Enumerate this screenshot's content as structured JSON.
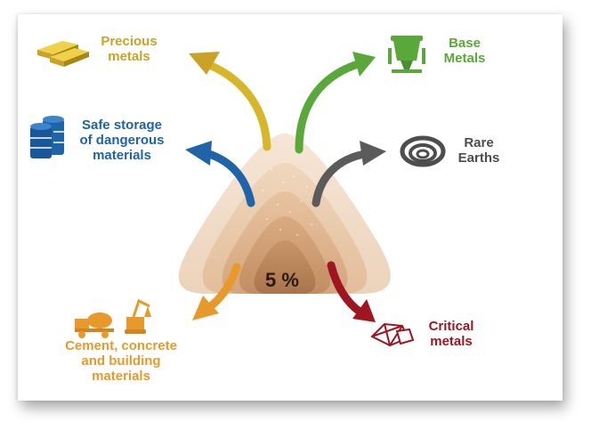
{
  "labels": {
    "precious_1": "Precious",
    "precious_2": "metals",
    "base_1": "Base",
    "base_2": "Metals",
    "storage_1": "Safe storage",
    "storage_2": "of dangerous",
    "storage_3": "materials",
    "rare_1": "Rare",
    "rare_2": "Earths",
    "cement_1": "Cement, concrete",
    "cement_2": "and building",
    "cement_3": "materials",
    "critical_1": "Critical",
    "critical_2": "metals"
  },
  "center": {
    "percent": "5 %"
  },
  "colors": {
    "gold": "#c9a227",
    "green": "#5aa83a",
    "blue": "#1f63a8",
    "gray": "#4d4d4d",
    "orange": "#e79a2b",
    "red": "#9d1620"
  },
  "icons": {
    "precious": "gold-bars-icon",
    "base": "crucible-icon",
    "storage": "barrels-icon",
    "rare": "spiral-icon",
    "cement": "construction-vehicles-icon",
    "critical": "crystal-icon"
  }
}
